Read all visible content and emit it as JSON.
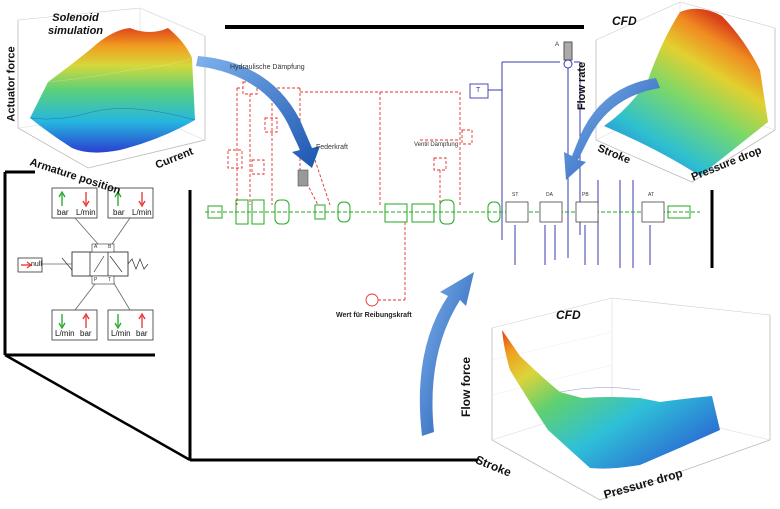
{
  "plots": {
    "solenoid": {
      "title_line1": "Solenoid",
      "title_line2": "simulation",
      "z_label": "Actuator force",
      "x_label": "Armature position",
      "y_label": "Current"
    },
    "cfd_top": {
      "title": "CFD",
      "z_label": "Flow rate",
      "x_label": "Stroke",
      "y_label": "Pressure drop"
    },
    "cfd_bottom": {
      "title": "CFD",
      "z_label": "Flow force",
      "x_label": "Stroke",
      "y_label": "Pressure drop"
    }
  },
  "schematic": {
    "label_damping_left": "Hydraulische Dämpfung",
    "label_force": "Federkraft",
    "label_valve_damping": "Ventil Dämpfung",
    "label_friction": "Wert für Reibungskraft",
    "port_labels": [
      "ST",
      "DA",
      "PB",
      "AT"
    ],
    "top_node": "A",
    "t_block": "T"
  },
  "valve_inset": {
    "top_ports": [
      {
        "left": "bar",
        "right": "L/min"
      },
      {
        "left": "bar",
        "right": "L/min"
      }
    ],
    "bottom_ports": [
      {
        "left": "L/min",
        "right": "bar"
      },
      {
        "left": "L/min",
        "right": "bar"
      }
    ],
    "input_label": "null",
    "port_letters": [
      "A",
      "B",
      "P",
      "T"
    ]
  },
  "colors": {
    "hydraulic": "#e8302c",
    "mechanical": "#22a822",
    "signal": "#3a3ab0",
    "arrow": "#2a6fc4"
  }
}
